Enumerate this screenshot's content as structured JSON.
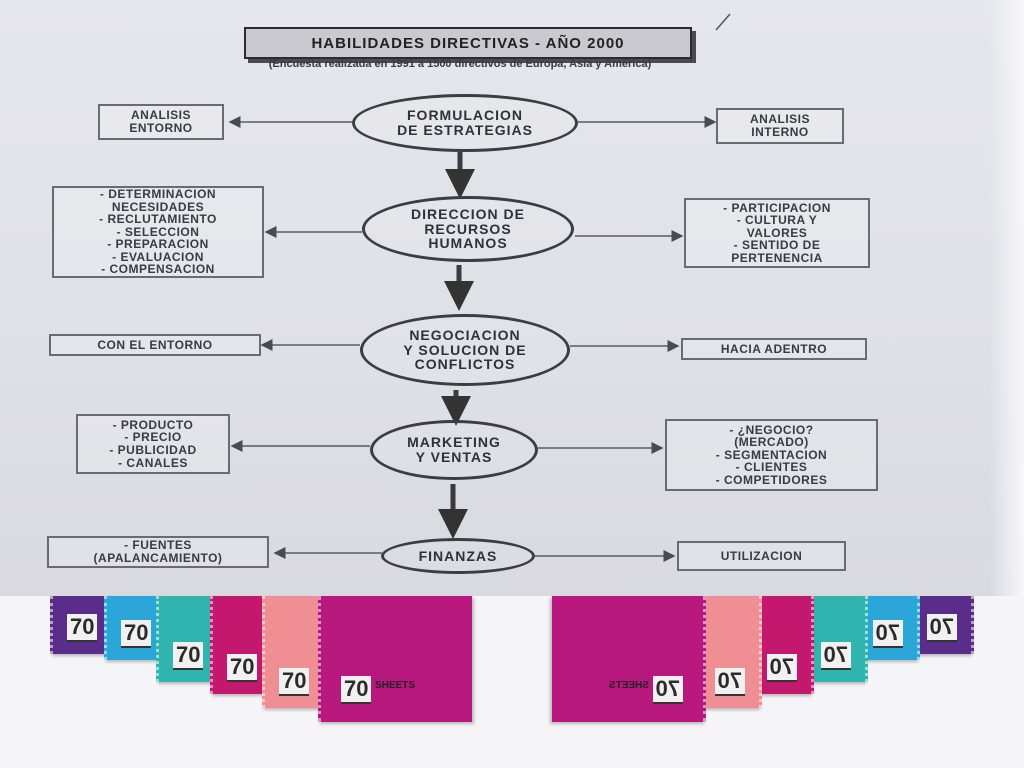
{
  "title": "HABILIDADES DIRECTIVAS - AÑO 2000",
  "subtitle": "(Encuesta realizada en 1991 a 1500 directivos de Europa, Asia y América)",
  "stages": [
    {
      "label": "FORMULACION\nDE ESTRATEGIAS",
      "left": "ANALISIS\nENTORNO",
      "right": "ANALISIS\nINTERNO"
    },
    {
      "label": "DIRECCION DE\nRECURSOS\nHUMANOS",
      "left": "- DETERMINACION\nNECESIDADES\n- RECLUTAMIENTO\n- SELECCION\n- PREPARACION\n- EVALUACION\n- COMPENSACION",
      "right": "- PARTICIPACION\n- CULTURA Y\nVALORES\n- SENTIDO DE\nPERTENENCIA"
    },
    {
      "label": "NEGOCIACION\nY SOLUCION DE\nCONFLICTOS",
      "left": "CON EL ENTORNO",
      "right": "HACIA ADENTRO"
    },
    {
      "label": "MARKETING\nY VENTAS",
      "left": "- PRODUCTO\n- PRECIO\n- PUBLICIDAD\n- CANALES",
      "right": "- ¿NEGOCIO?\n(MERCADO)\n- SEGMENTACION\n- CLIENTES\n- COMPETIDORES"
    },
    {
      "label": "FINANZAS",
      "left": "- FUENTES\n(APALANCAMIENTO)",
      "right": "UTILIZACION"
    }
  ],
  "notebooks": {
    "number": "70",
    "sheets_label": "SHEETS",
    "colors": [
      "#5b2d8a",
      "#2aa6d8",
      "#2fb4b0",
      "#c4186f",
      "#ef8f93",
      "#b8177e"
    ]
  }
}
